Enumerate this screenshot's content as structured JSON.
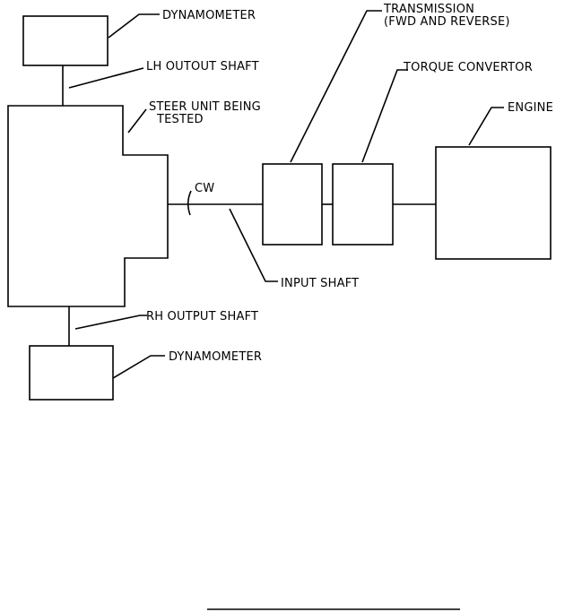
{
  "labels": {
    "dyno_top": "DYNAMOMETER",
    "lh_shaft": "LH OUTOUT SHAFT",
    "steer_unit_line1": "STEER UNIT BEING",
    "steer_unit_line2": "TESTED",
    "cw": "CW",
    "transmission_line1": "TRANSMISSION",
    "transmission_line2": "(FWD AND REVERSE)",
    "torque_convertor": "TORQUE CONVERTOR",
    "engine": "ENGINE",
    "input_shaft": "INPUT SHAFT",
    "rh_shaft": "RH OUTPUT SHAFT",
    "dyno_bottom": "DYNAMOMETER"
  }
}
